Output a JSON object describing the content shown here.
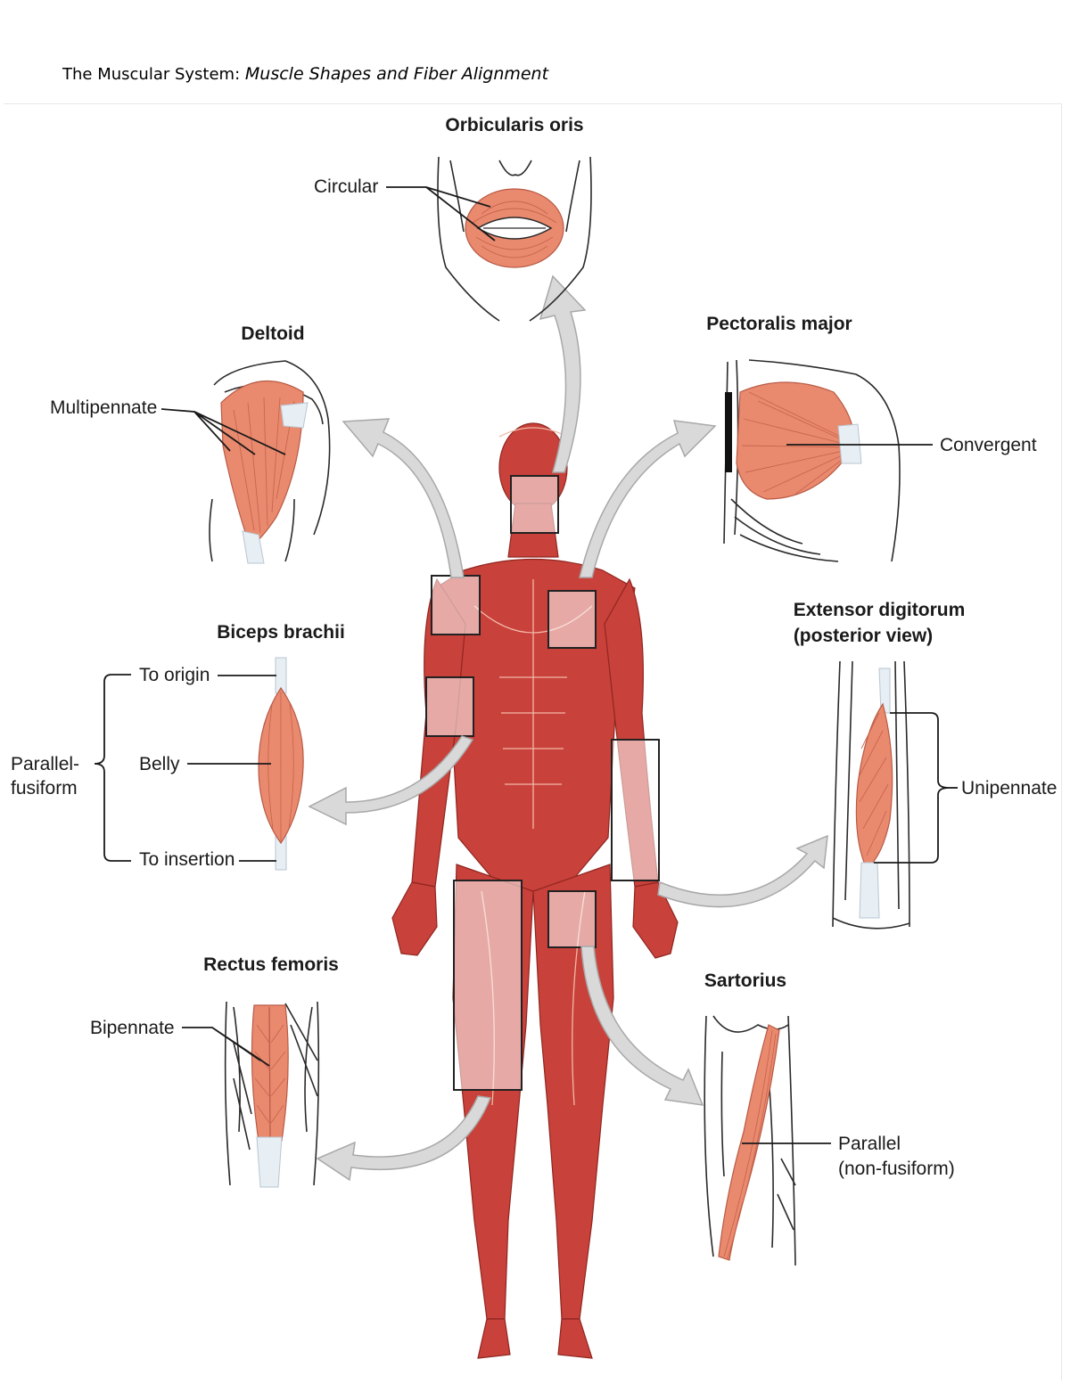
{
  "page": {
    "title_prefix": "The Muscular System: ",
    "title_emphasis": "Muscle Shapes and Fiber Alignment"
  },
  "muscles": {
    "orbicularis_oris": {
      "name": "Orbicularis oris",
      "label": "Circular"
    },
    "deltoid": {
      "name": "Deltoid",
      "label": "Multipennate"
    },
    "pectoralis_major": {
      "name": "Pectoralis major",
      "label": "Convergent"
    },
    "biceps_brachii": {
      "name": "Biceps brachii",
      "labels": [
        "To origin",
        "Belly",
        "To insertion"
      ],
      "group_label_line1": "Parallel-",
      "group_label_line2": "fusiform"
    },
    "extensor_digitorum": {
      "name_line1": "Extensor digitorum",
      "name_line2": "(posterior view)",
      "label": "Unipennate"
    },
    "rectus_femoris": {
      "name": "Rectus femoris",
      "label": "Bipennate"
    },
    "sartorius": {
      "name": "Sartorius",
      "label_line1": "Parallel",
      "label_line2": "(non-fusiform)"
    }
  },
  "colors": {
    "muscle_detail": "#e98a6f",
    "body_muscle": "#c8413a",
    "tendon": "#e7eef4",
    "arrow": "#d9d9d9"
  }
}
